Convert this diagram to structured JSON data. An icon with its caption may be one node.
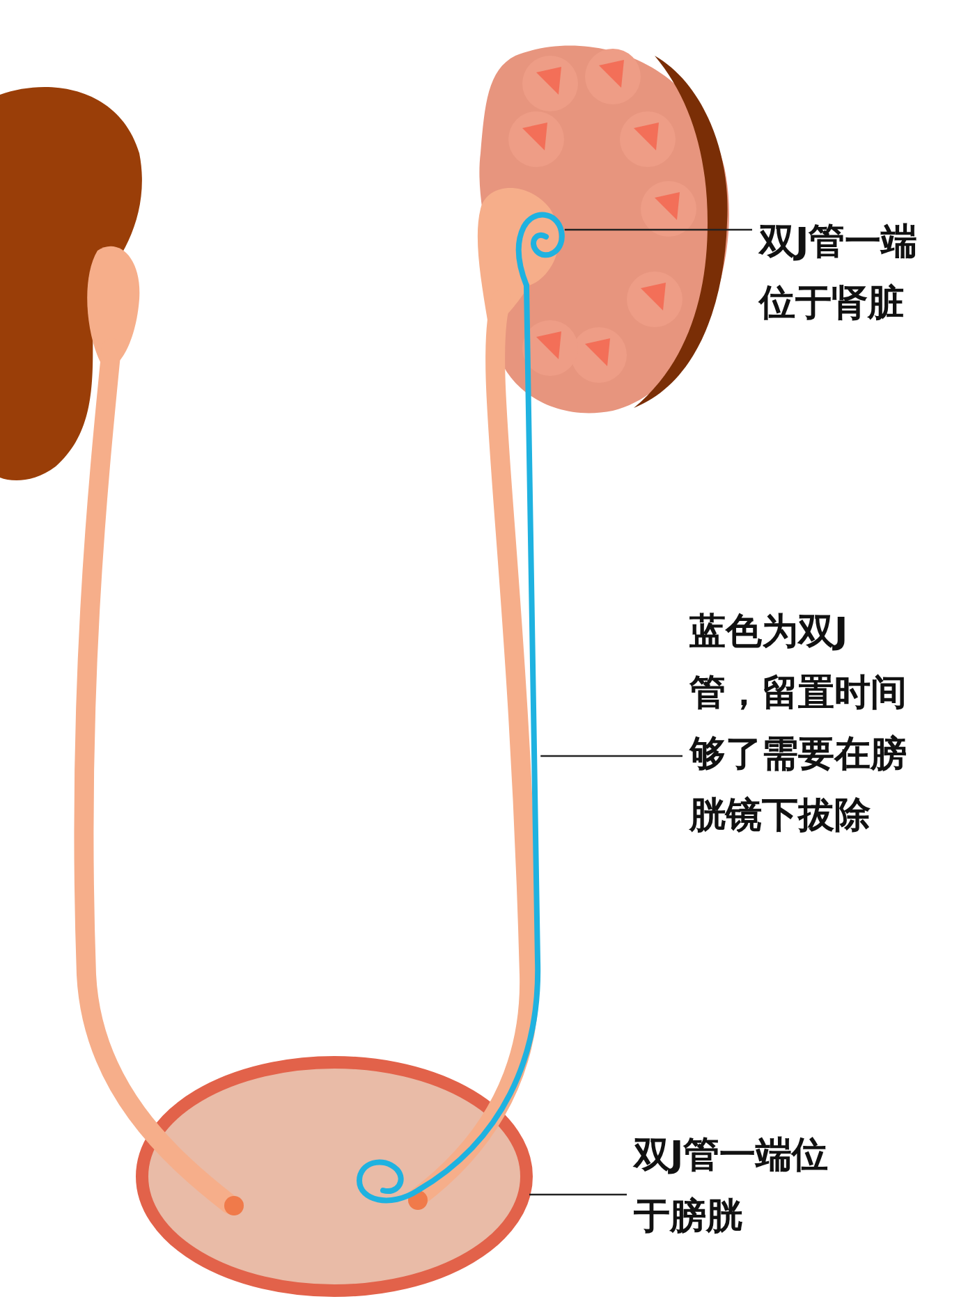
{
  "diagram": {
    "nodes": [
      {
        "text": [
          "双J管一端位于肾脏"
        ]
      },
      {
        "text": [],
        "shape": "picture"
      },
      {
        "text": [
          "蓝色为双J管，留置时间够了需要在膀胱镜下拔除"
        ]
      },
      {
        "text": [],
        "shape": "picture"
      },
      {
        "text": [
          "双J管一端位于膀胱"
        ]
      },
      {
        "text": [],
        "shape": "picture"
      }
    ],
    "edges": [
      {
        "from": 0,
        "to": 1,
        "arrow": "none"
      },
      {
        "from": 2,
        "to": 3,
        "arrow": "none"
      },
      {
        "from": 4,
        "to": 5,
        "arrow": "none"
      }
    ]
  }
}
